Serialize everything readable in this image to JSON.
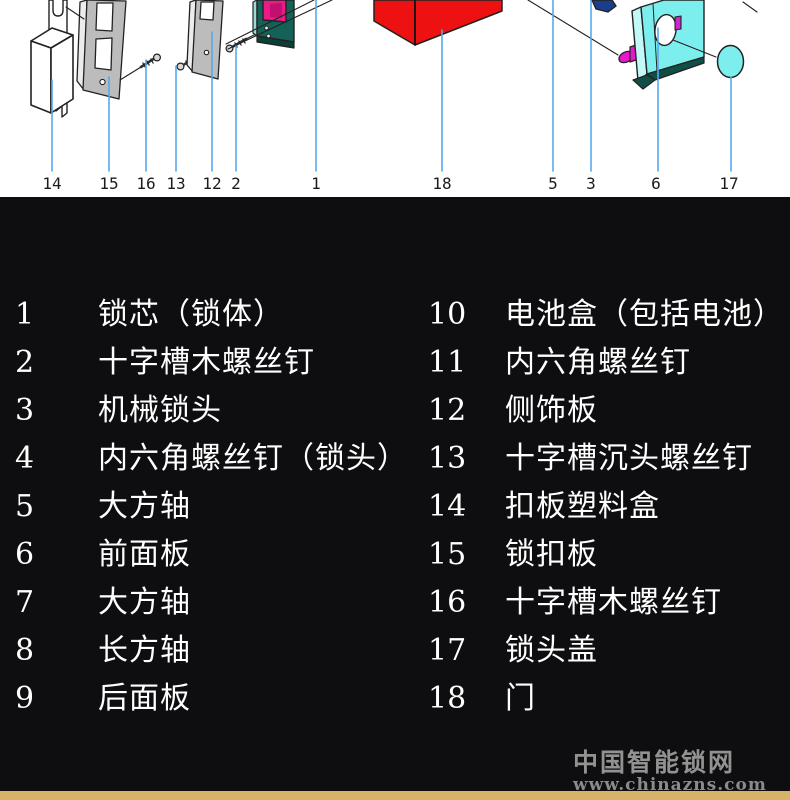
{
  "diagram": {
    "labels": [
      "14",
      "15",
      "16",
      "13",
      "12",
      "2",
      "1",
      "18",
      "5",
      "3",
      "6",
      "17"
    ],
    "parts_shown": [
      "扣板塑料盒",
      "锁扣板",
      "十字槽木螺丝钉",
      "十字槽沉头螺丝钉",
      "侧饰板",
      "十字槽木螺丝钉",
      "锁芯（锁体）",
      "门",
      "大方轴",
      "机械锁头",
      "前面板",
      "锁头盖"
    ]
  },
  "legend": {
    "left": [
      {
        "num": "1",
        "name": "锁芯（锁体）"
      },
      {
        "num": "2",
        "name": "十字槽木螺丝钉"
      },
      {
        "num": "3",
        "name": "机械锁头"
      },
      {
        "num": "4",
        "name": "内六角螺丝钉（锁头）"
      },
      {
        "num": "5",
        "name": "大方轴"
      },
      {
        "num": "6",
        "name": "前面板"
      },
      {
        "num": "7",
        "name": "大方轴"
      },
      {
        "num": "8",
        "name": "长方轴"
      },
      {
        "num": "9",
        "name": "后面板"
      }
    ],
    "right": [
      {
        "num": "10",
        "name": "电池盒（包括电池）"
      },
      {
        "num": "11",
        "name": "内六角螺丝钉"
      },
      {
        "num": "12",
        "name": "侧饰板"
      },
      {
        "num": "13",
        "name": "十字槽沉头螺丝钉"
      },
      {
        "num": "14",
        "name": "扣板塑料盒"
      },
      {
        "num": "15",
        "name": "锁扣板"
      },
      {
        "num": "16",
        "name": "十字槽木螺丝钉"
      },
      {
        "num": "17",
        "name": "锁头盖"
      },
      {
        "num": "18",
        "name": "门"
      }
    ]
  },
  "watermark": {
    "title": "中国智能锁网",
    "url": "www.chinazns.com"
  },
  "colors": {
    "background_black": "#0e0d0f",
    "leader_blue": "#58a8ee",
    "door_red": "#ee1111",
    "panel_cyan": "#7deeee",
    "lock_teal": "#156158",
    "magenta": "#ea1a86",
    "navy": "#1b3d8c",
    "gold_bar": "#d9b26a",
    "watermark_grey": "#929292"
  }
}
